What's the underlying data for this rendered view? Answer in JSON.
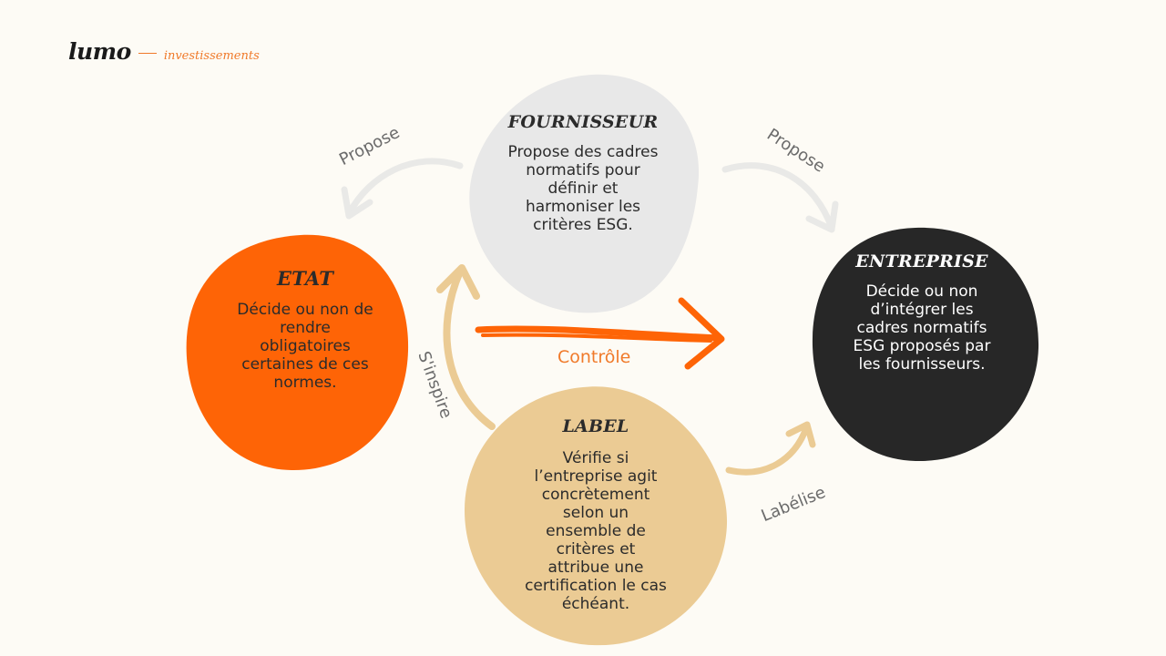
{
  "brand": {
    "name": "lumo",
    "tagline": "investissements"
  },
  "nodes": {
    "fournisseur": {
      "title": "FOURNISSEUR",
      "lines": [
        "Propose des cadres",
        "normatifs pour",
        "définir et",
        "harmoniser les",
        "critères ESG."
      ]
    },
    "etat": {
      "title": "ETAT",
      "lines": [
        "Décide ou non de",
        "rendre",
        "obligatoires",
        "certaines de ces",
        "normes."
      ]
    },
    "entreprise": {
      "title": "ENTREPRISE",
      "lines": [
        "Décide ou non",
        "d’intégrer les",
        "cadres normatifs",
        "ESG proposés par",
        "les fournisseurs."
      ]
    },
    "label": {
      "title": "LABEL",
      "lines": [
        "Vérifie si",
        "l’entreprise agit",
        "concrètement",
        "selon un",
        "ensemble de",
        "critères et",
        "attribue une",
        "certification le cas",
        "échéant."
      ]
    }
  },
  "edges": {
    "propose_left": "Propose",
    "propose_right": "Propose",
    "controle": "Contrôle",
    "sinspire": "S'inspire",
    "labelise": "Labélise"
  },
  "colors": {
    "background": "#fdfbf5",
    "fournisseur": "#e8e8e8",
    "etat": "#fe6406",
    "entreprise": "#272727",
    "label": "#ebcb94",
    "accent": "#f07a2a",
    "arrow_grey": "#e9e9e7",
    "text_dark": "#2b2b2b"
  }
}
